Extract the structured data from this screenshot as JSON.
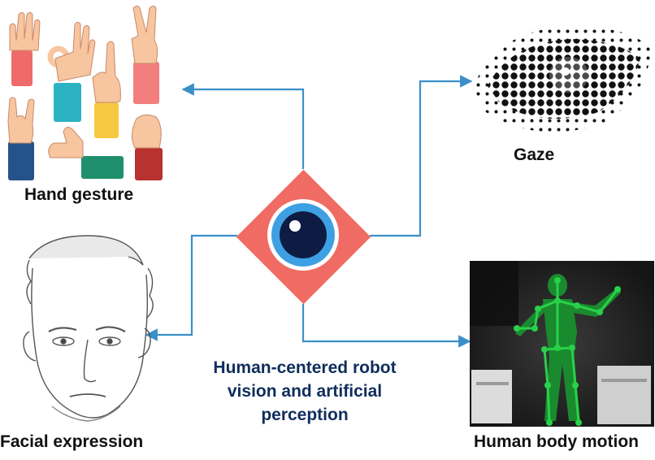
{
  "labels": {
    "hand_gesture": "Hand gesture",
    "gaze": "Gaze",
    "facial_expression": "Facial expression",
    "human_body_motion": "Human body motion"
  },
  "center": {
    "lines": [
      "Human-centered robot",
      "vision and artificial",
      "perception"
    ]
  },
  "colors": {
    "connector": "#3b8fc9",
    "diamond": "#f06b63",
    "iris_ring": "#3ea0e3",
    "pupil": "#0e1c44",
    "center_text": "#0f2d5c",
    "skeleton": "#29d14a",
    "body_silhouette": "#1a8a2e"
  },
  "icons": {
    "hand_gesture": "hand-gestures-illustration",
    "gaze": "halftone-eye-illustration",
    "facial_expression": "sketched-face-illustration",
    "human_body_motion": "depth-camera-skeleton-illustration",
    "center": "eye-in-diamond-icon"
  }
}
